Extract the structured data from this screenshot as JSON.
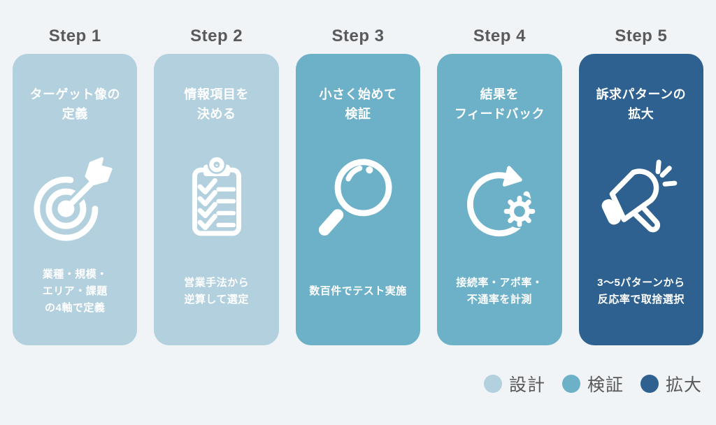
{
  "colors": {
    "background": "#f0f4f7",
    "phase_design": "#b2d0de",
    "phase_verify": "#6db1c9",
    "phase_expand": "#2e6190",
    "step_label_text": "#5a5a5a",
    "card_text": "#ffffff",
    "legend_text": "#595959"
  },
  "steps": [
    {
      "step_label": "Step 1",
      "title": "ターゲット像の\n定義",
      "description": "業種・規模・\nエリア・課題\nの4軸で定義",
      "icon": "target-icon",
      "phase": "設計",
      "color": "#b2d0de"
    },
    {
      "step_label": "Step 2",
      "title": "情報項目を\n決める",
      "description": "営業手法から\n逆算して選定",
      "icon": "checklist-icon",
      "phase": "設計",
      "color": "#b2d0de"
    },
    {
      "step_label": "Step 3",
      "title": "小さく始めて\n検証",
      "description": "数百件でテスト実施",
      "icon": "magnifier-icon",
      "phase": "検証",
      "color": "#6db1c9"
    },
    {
      "step_label": "Step 4",
      "title": "結果を\nフィードバック",
      "description": "接続率・アポ率・\n不通率を計測",
      "icon": "feedback-cycle-icon",
      "phase": "検証",
      "color": "#6db1c9"
    },
    {
      "step_label": "Step 5",
      "title": "訴求パターンの\n拡大",
      "description": "3〜5パターンから\n反応率で取捨選択",
      "icon": "megaphone-icon",
      "phase": "拡大",
      "color": "#2e6190"
    }
  ],
  "legend": {
    "items": [
      {
        "label": "設計",
        "color": "#b2d0de"
      },
      {
        "label": "検証",
        "color": "#6db1c9"
      },
      {
        "label": "拡大",
        "color": "#2e6190"
      }
    ]
  }
}
